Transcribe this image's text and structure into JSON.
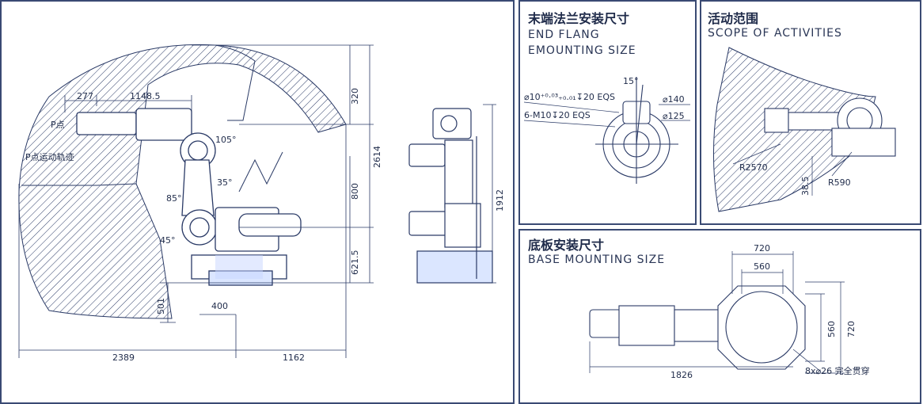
{
  "main_drawing": {
    "dimensions": {
      "d277": "277",
      "d1148_5": "1148.5",
      "d320": "320",
      "d2614": "2614",
      "d800": "800",
      "d621_5": "621.5",
      "d501": "501",
      "d400": "400",
      "d2389": "2389",
      "d1162": "1162",
      "d1912": "1912"
    },
    "angles": {
      "a105": "105°",
      "a35": "35°",
      "a85": "85°",
      "a45": "45°"
    },
    "labels": {
      "p_point": "P点",
      "p_trajectory": "P点运动轨迹"
    }
  },
  "flange_panel": {
    "title_cn": "末端法兰安装尺寸",
    "title_en_line1": "END FLANG",
    "title_en_line2": "EMOUNTING SIZE",
    "hole_spec": "⌀10⁺⁰·⁰³₊₀.₀₁↧20 EQS",
    "thread_spec": "6-M10↧20 EQS",
    "angle": "15°",
    "d140": "⌀140",
    "d125": "⌀125"
  },
  "scope_panel": {
    "title_cn": "活动范围",
    "title_en": "SCOPE OF ACTIVITIES",
    "r2570": "R2570",
    "d38_5": "38.5",
    "r590": "R590"
  },
  "base_panel": {
    "title_cn": "底板安装尺寸",
    "title_en": "BASE MOUNTING SIZE",
    "d720_top": "720",
    "d560_top": "560",
    "d560_side": "560",
    "d720_side": "720",
    "d1826": "1826",
    "holes": "8x⌀26 完全贯穿"
  },
  "colors": {
    "line": "#2a3a66",
    "frame": "#3a4a73",
    "accent": "#4a6fd8"
  }
}
